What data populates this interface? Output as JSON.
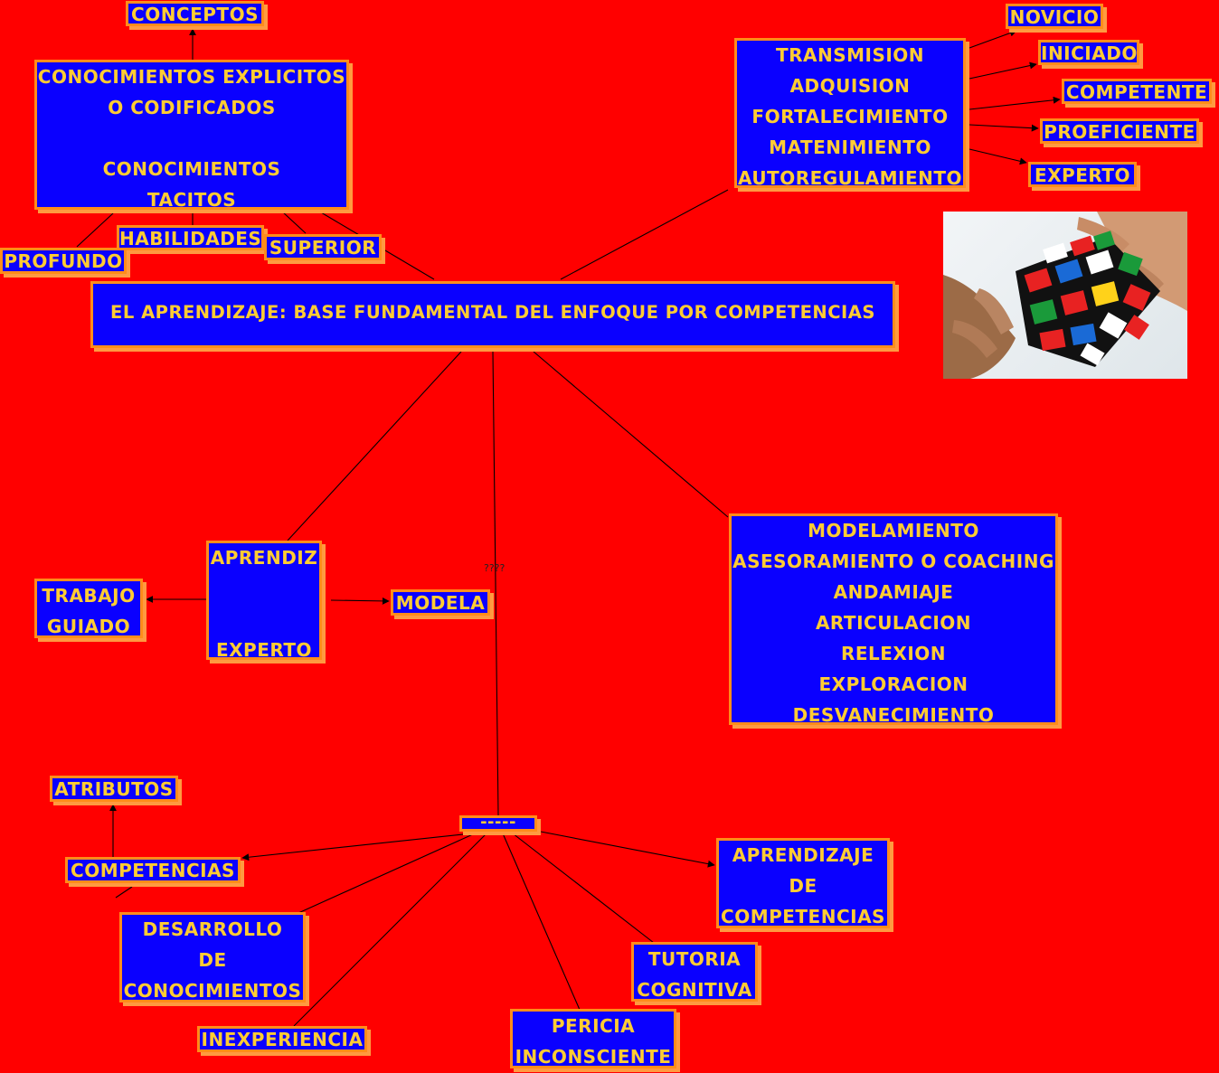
{
  "title": "EL APRENDIZAJE: BASE FUNDAMENTAL DEL ENFOQUE POR COMPETENCIAS",
  "nodes": {
    "conceptos": "CONCEPTOS",
    "conocimientos": [
      "CONOCIMIENTOS EXPLICITOS",
      "O CODIFICADOS",
      "",
      "CONOCIMIENTOS",
      "TACITOS"
    ],
    "habilidades": "HABILIDADES",
    "superior": "SUPERIOR",
    "profundo": "PROFUNDO",
    "etapas": [
      "TRANSMISION",
      "ADQUISION",
      "FORTALECIMIENTO",
      "MATENIMIENTO",
      "AUTOREGULAMIENTO"
    ],
    "novicio": "NOVICIO",
    "iniciado": "INICIADO",
    "competente": "COMPETENTE",
    "proeficiente": "PROEFICIENTE",
    "experto": "EXPERTO",
    "aprendiz_experto": [
      "APRENDIZ",
      "",
      "",
      "EXPERTO"
    ],
    "trabajo_guiado": [
      "TRABAJO",
      "GUIADO"
    ],
    "modela": "MODELA",
    "estrategias": [
      "MODELAMIENTO",
      "ASESORAMIENTO O COACHING",
      "ANDAMIAJE",
      "ARTICULACION",
      "RELEXION",
      "EXPLORACION",
      "DESVANECIMIENTO"
    ],
    "hub": "-----",
    "atributos": "ATRIBUTOS",
    "competencias": "COMPETENCIAS",
    "desarrollo": [
      "DESARROLLO",
      "DE",
      "CONOCIMIENTOS"
    ],
    "aprendizaje_competencias": [
      "APRENDIZAJE",
      "DE",
      "COMPETENCIAS"
    ],
    "tutoria": [
      "TUTORIA",
      "COGNITIVA"
    ],
    "pericia": [
      "PERICIA",
      "INCONSCIENTE"
    ],
    "inexperiencia": "INEXPERIENCIA"
  },
  "link_label": "????",
  "image": {
    "subject": "rubik-cube-hands"
  },
  "colors": {
    "background": "#ff0000",
    "node_fill": "#0a00ff",
    "node_text": "#ffcc33",
    "node_border": "#ff8c1a"
  }
}
